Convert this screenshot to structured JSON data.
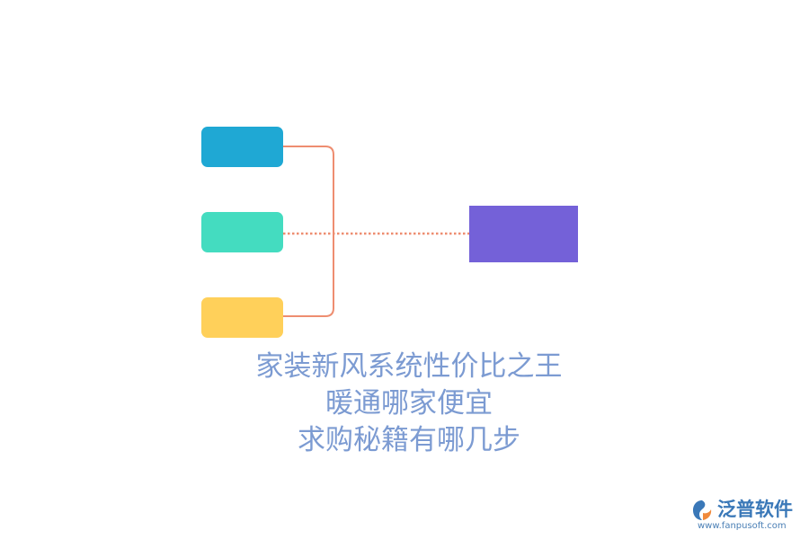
{
  "diagram": {
    "colors": {
      "node_blue": "#1FA8D4",
      "node_teal": "#44DCC0",
      "node_yellow": "#FFD05A",
      "target": "#7461D8",
      "connector": "#EE8D70",
      "caption": "#7C9BD2"
    },
    "caption_lines": [
      "家装新风系统性价比之王",
      "暖通哪家便宜",
      "求购秘籍有哪几步"
    ]
  },
  "watermark": {
    "brand": "泛普软件",
    "url": "www.fanpusoft.com",
    "color": "#3A78B8",
    "icon": "fanpu-logo-icon"
  }
}
